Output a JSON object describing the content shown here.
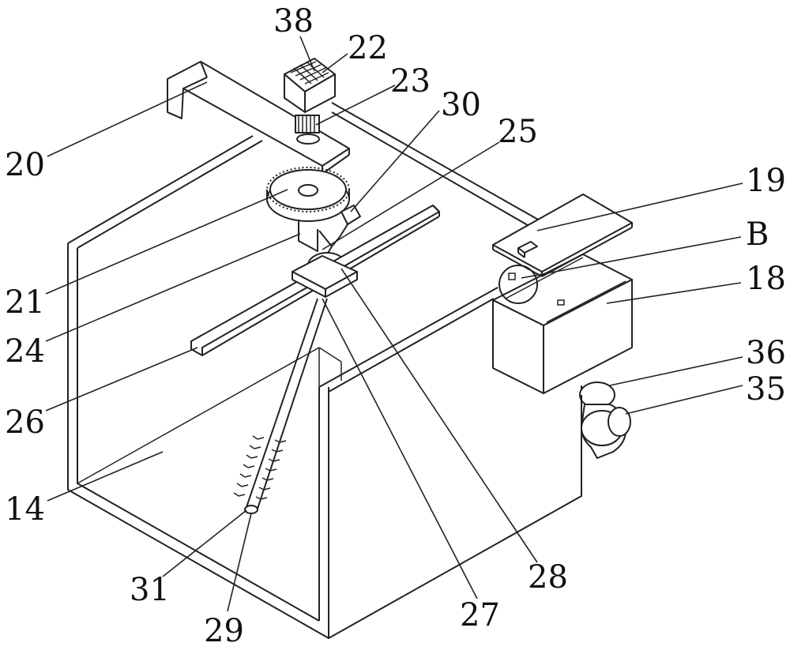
{
  "figure": {
    "labels": [
      {
        "id": "38",
        "text": "38"
      },
      {
        "id": "22",
        "text": "22"
      },
      {
        "id": "23",
        "text": "23"
      },
      {
        "id": "30",
        "text": "30"
      },
      {
        "id": "25",
        "text": "25"
      },
      {
        "id": "19",
        "text": "19"
      },
      {
        "id": "B",
        "text": "B"
      },
      {
        "id": "18",
        "text": "18"
      },
      {
        "id": "36",
        "text": "36"
      },
      {
        "id": "35",
        "text": "35"
      },
      {
        "id": "20",
        "text": "20"
      },
      {
        "id": "21",
        "text": "21"
      },
      {
        "id": "24",
        "text": "24"
      },
      {
        "id": "26",
        "text": "26"
      },
      {
        "id": "14",
        "text": "14"
      },
      {
        "id": "31",
        "text": "31"
      },
      {
        "id": "29",
        "text": "29"
      },
      {
        "id": "27",
        "text": "27"
      },
      {
        "id": "28",
        "text": "28"
      }
    ]
  }
}
